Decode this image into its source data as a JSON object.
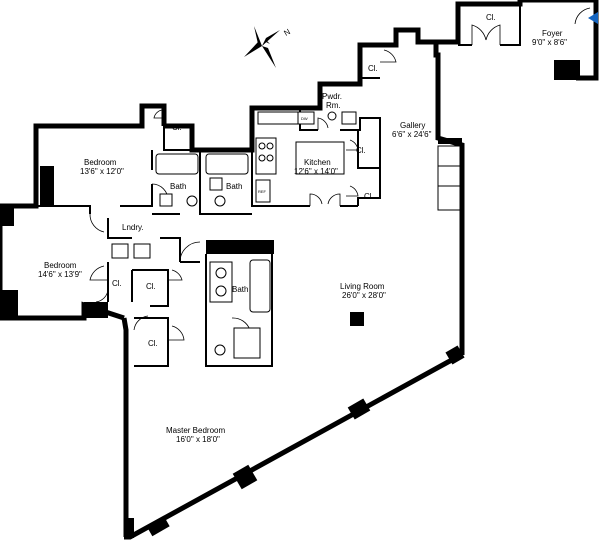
{
  "compass": {
    "label": "N"
  },
  "rooms": {
    "foyer": {
      "name": "Foyer",
      "size": "9'0\" x 8'6\""
    },
    "gallery": {
      "name": "Gallery",
      "size": "6'6\" x 24'6\""
    },
    "kitchen": {
      "name": "Kitchen",
      "size": "12'6\" x 14'0\""
    },
    "bedroom1": {
      "name": "Bedroom",
      "size": "13'6\" x 12'0\""
    },
    "bedroom2": {
      "name": "Bedroom",
      "size": "14'6\" x 13'9\""
    },
    "living": {
      "name": "Living Room",
      "size": "26'0\" x 28'0\""
    },
    "master": {
      "name": "Master Bedroom",
      "size": "16'0\" x 18'0\""
    },
    "powder": {
      "line1": "Pwdr.",
      "line2": "Rm."
    },
    "laundry": {
      "name": "Lndry."
    },
    "bath_a": {
      "name": "Bath"
    },
    "bath_b": {
      "name": "Bath"
    },
    "bath_master": {
      "name": "Bath"
    }
  },
  "closets": {
    "foyer_cl": "Cl.",
    "gallery_cl": "Cl.",
    "bed1_cl": "Cl.",
    "kitchen_cl1": "Cl.",
    "kitchen_cl2": "Cl.",
    "bed2_cl": "Cl.",
    "hall_cl": "Cl.",
    "master_cl": "Cl."
  },
  "appliances": {
    "dw": "DW",
    "refrigerator": "REF"
  },
  "entry_arrow_color": "#1565c0"
}
